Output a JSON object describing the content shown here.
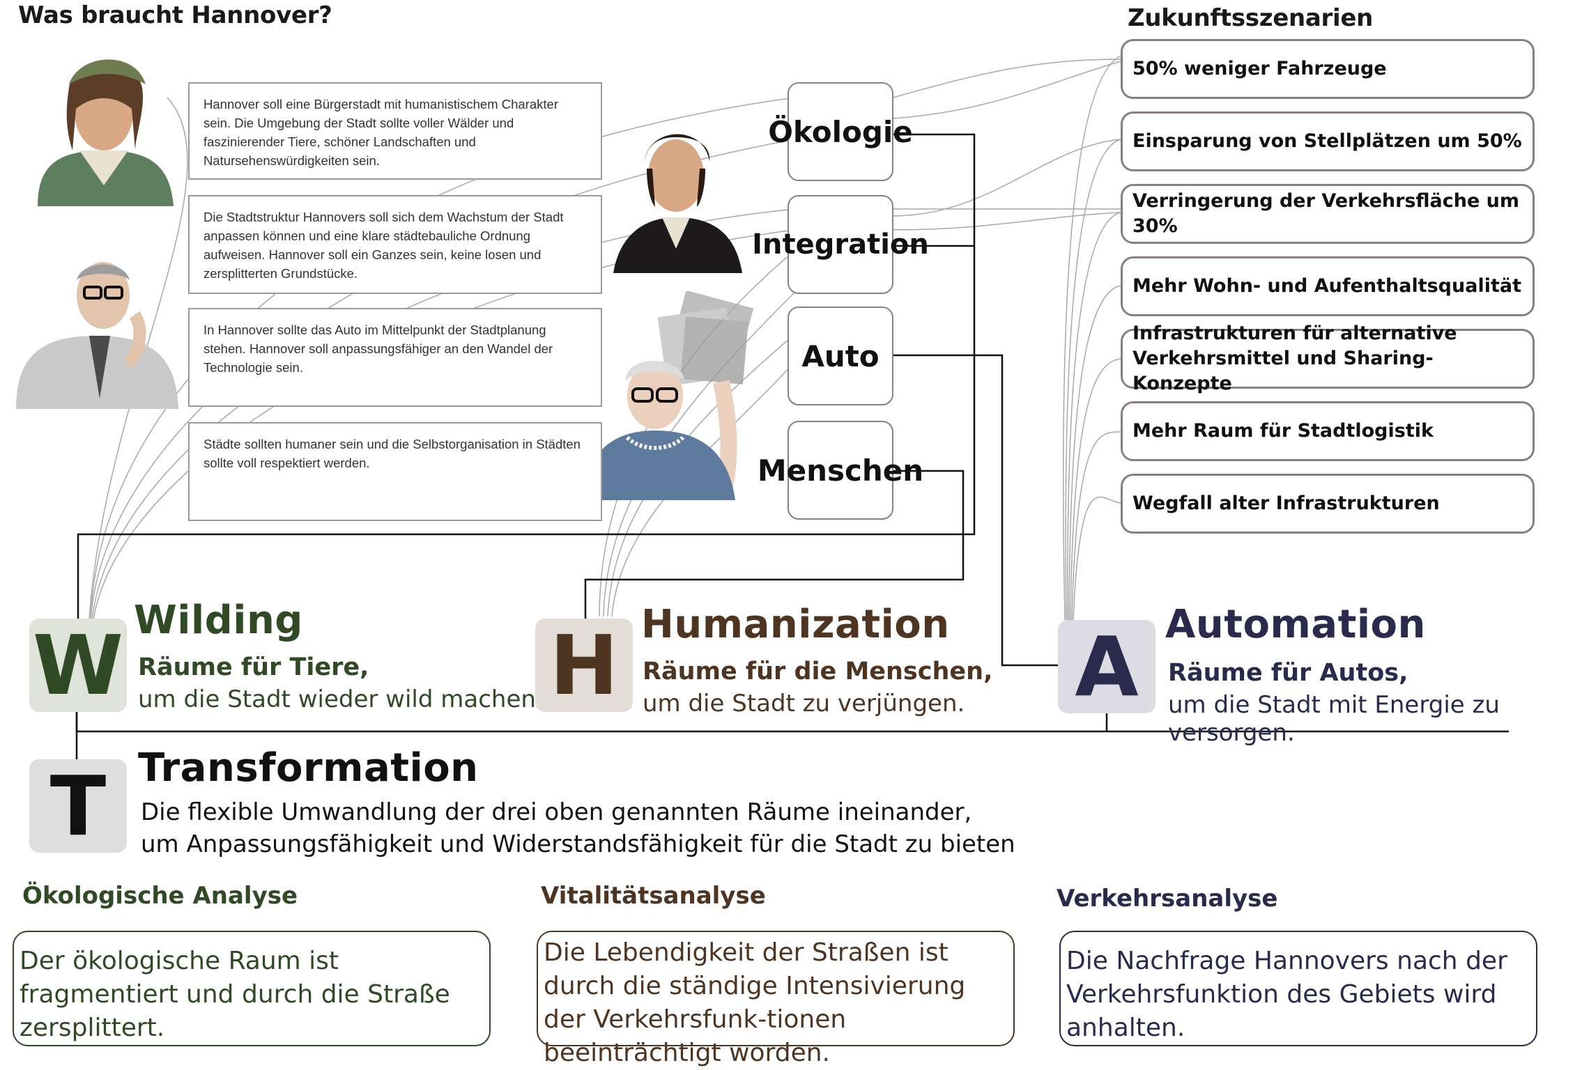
{
  "header": {
    "left_title": "Was braucht Hannover?",
    "right_title": "Zukunftsszenarien"
  },
  "quotes": [
    "Hannover soll eine Bürgerstadt mit humanistischem Charakter sein. Die Umgebung der Stadt sollte voller Wälder und faszinierender Tiere, schöner Landschaften und Natursehenswürdigkeiten sein.",
    "Die Stadtstruktur Hannovers soll sich dem Wachstum der Stadt anpassen können und eine klare städtebauliche Ordnung aufweisen. Hannover soll ein Ganzes sein, keine losen und zersplitterten Grundstücke.",
    "In Hannover sollte das Auto im Mittelpunkt der Stadtplanung stehen. Hannover soll anpassungsfähiger an den Wandel der Technologie sein.",
    "Städte sollten humaner sein und die Selbstorganisation in Städten sollte voll respektiert werden."
  ],
  "categories": [
    "Ökologie",
    "Integration",
    "Auto",
    "Menschen"
  ],
  "scenarios": [
    "50% weniger Fahrzeuge",
    "Einsparung von Stellplätzen um 50%",
    "Verringerung der Verkehrsfläche um 30%",
    "Mehr Wohn- und Aufenthaltsqualität",
    "Infrastrukturen für alternative Verkehrsmittel und Sharing-Konzepte",
    "Mehr Raum für Stadtlogistik",
    "Wegfall alter Infrastrukturen"
  ],
  "concepts": {
    "wilding": {
      "letter": "W",
      "title": "Wilding",
      "sub": "Räume für Tiere,",
      "desc": "um die Stadt wieder wild machen.",
      "color": "#2f4a25",
      "box": "#dfe3d9"
    },
    "humanization": {
      "letter": "H",
      "title": "Humanization",
      "sub": "Räume für die Menschen,",
      "desc": "um die Stadt zu verjüngen.",
      "color": "#4e3522",
      "box": "#e3ddd7"
    },
    "automation": {
      "letter": "A",
      "title": "Automation",
      "sub": "Räume für Autos,",
      "desc": "um die Stadt mit Energie zu versorgen.",
      "color": "#2a2a4d",
      "box": "#dcdbe3"
    },
    "transformation": {
      "letter": "T",
      "title": "Transformation",
      "line1": "Die flexible Umwandlung der drei oben genannten Räume ineinander,",
      "line2": "um Anpassungsfähigkeit und Widerstandsfähigkeit für die Stadt zu bieten",
      "color": "#111111",
      "box": "#dedede"
    }
  },
  "analyses": [
    {
      "title": "Ökologische Analyse",
      "text": "Der ökologische Raum ist fragmentiert und durch die Straße zersplittert.",
      "color": "#2f4a25"
    },
    {
      "title": "Vitalitätsanalyse",
      "text": "Die Lebendigkeit der Straßen ist durch die ständige Intensivierung der Verkehrsfunk-tionen beeinträchtigt worden.",
      "color": "#4e3522"
    },
    {
      "title": "Verkehrsanalyse",
      "text": "Die Nachfrage Hannovers nach der Verkehrsfunktion des Gebiets wird anhalten.",
      "color": "#2a2a4d"
    }
  ]
}
